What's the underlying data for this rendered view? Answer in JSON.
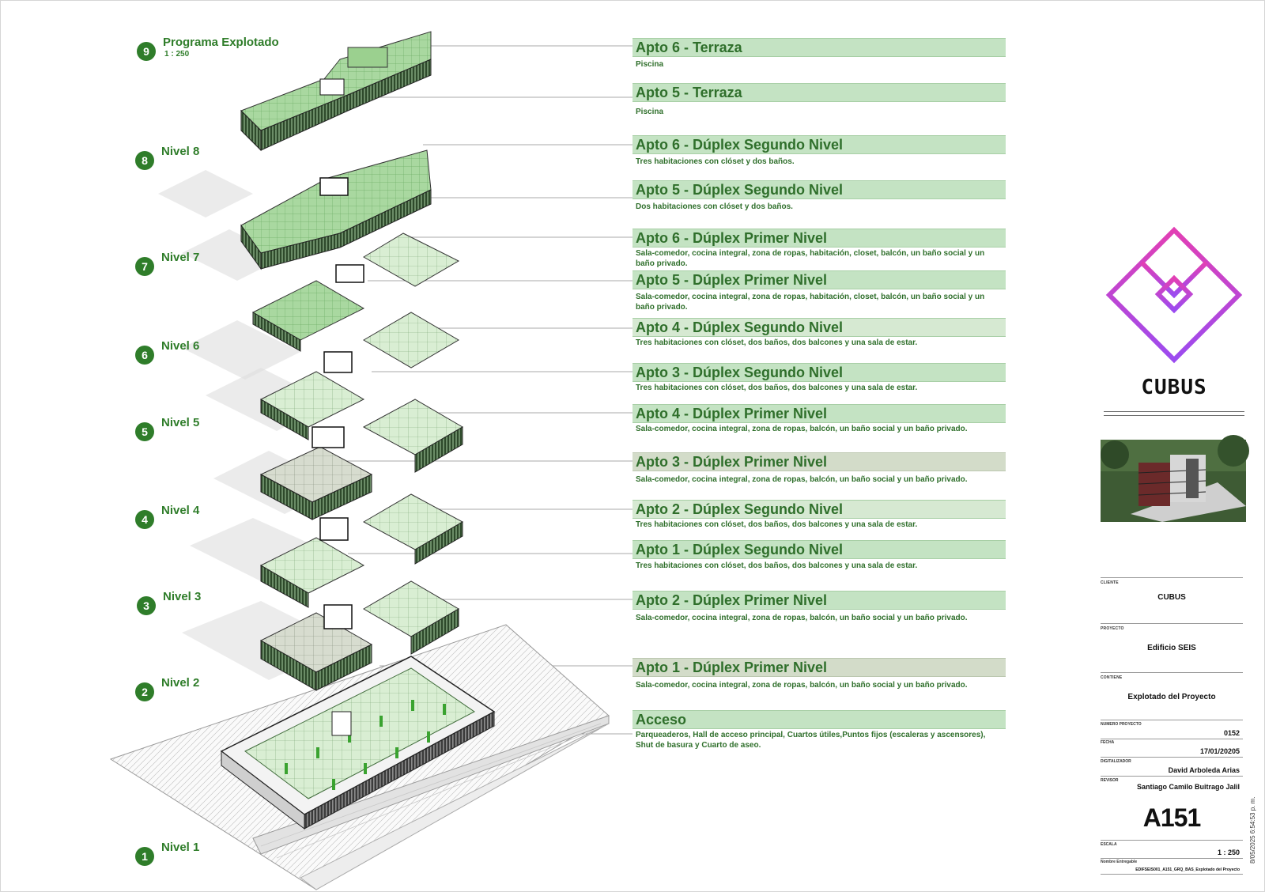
{
  "levels": [
    {
      "num": "9",
      "name": "Programa Explotado",
      "scale": "1 : 250"
    },
    {
      "num": "8",
      "name": "Nivel 8"
    },
    {
      "num": "7",
      "name": "Nivel 7"
    },
    {
      "num": "6",
      "name": "Nivel 6"
    },
    {
      "num": "5",
      "name": "Nivel 5"
    },
    {
      "num": "4",
      "name": "Nivel 4"
    },
    {
      "num": "3",
      "name": "Nivel 3"
    },
    {
      "num": "2",
      "name": "Nivel 2"
    },
    {
      "num": "1",
      "name": "Nivel 1"
    }
  ],
  "labels": [
    {
      "title": "Apto 6 - Terraza",
      "desc": "Piscina"
    },
    {
      "title": "Apto 5 - Terraza",
      "desc": "Piscina"
    },
    {
      "title": "Apto 6 - Dúplex Segundo Nivel",
      "desc": "Tres habitaciones con clóset y dos baños."
    },
    {
      "title": "Apto 5 - Dúplex Segundo Nivel",
      "desc": "Dos habitaciones con clóset y dos baños."
    },
    {
      "title": "Apto 6 - Dúplex Primer Nivel",
      "desc": "Sala-comedor, cocina integral, zona de ropas, habitación, closet, balcón, un baño social y un baño privado."
    },
    {
      "title": "Apto 5 - Dúplex Primer Nivel",
      "desc": "Sala-comedor, cocina integral, zona de ropas, habitación, closet, balcón, un baño social y un baño privado."
    },
    {
      "title": "Apto 4 - Dúplex Segundo Nivel",
      "desc": "Tres habitaciones con clóset, dos baños, dos balcones y una sala de estar."
    },
    {
      "title": "Apto 3 - Dúplex Segundo Nivel",
      "desc": "Tres habitaciones con clóset, dos baños, dos balcones y una sala de estar."
    },
    {
      "title": "Apto 4 - Dúplex Primer Nivel",
      "desc": "Sala-comedor, cocina integral, zona de ropas, balcón, un baño social y un baño privado."
    },
    {
      "title": "Apto 3 - Dúplex Primer Nivel",
      "desc": "Sala-comedor, cocina integral, zona de ropas, balcón, un baño social y un baño privado."
    },
    {
      "title": "Apto 2 - Dúplex Segundo Nivel",
      "desc": "Tres habitaciones con clóset, dos baños, dos balcones y una sala de estar."
    },
    {
      "title": "Apto 1 - Dúplex Segundo Nivel",
      "desc": "Tres habitaciones con clóset, dos baños, dos balcones y una sala de estar."
    },
    {
      "title": "Apto 2 - Dúplex Primer Nivel",
      "desc": "Sala-comedor, cocina integral, zona de ropas, balcón, un baño social y un baño privado."
    },
    {
      "title": "Apto 1 - Dúplex Primer Nivel",
      "desc": "Sala-comedor, cocina integral, zona de ropas, balcón, un baño social y un baño privado."
    },
    {
      "title": "Acceso",
      "desc": "Parqueaderos, Hall de acceso principal, Cuartos útiles,Puntos fijos (escaleras y ascensores), Shut de basura y Cuarto de aseo."
    }
  ],
  "title_block": {
    "logo_text": "CUBUS",
    "cliente_label": "CLIENTE",
    "cliente": "CUBUS",
    "proyecto_label": "PROYECTO",
    "proyecto": "Edificio SEIS",
    "contiene_label": "CONTIENE",
    "contiene": "Explotado del Proyecto",
    "numero_label": "NUMERO PROYECTO",
    "numero": "0152",
    "fecha_label": "FECHA",
    "fecha": "17/01/20205",
    "digitalizador_label": "DIGITALIZADOR",
    "digitalizador": "David Arboleda Arias",
    "revisor_label": "REVISOR",
    "revisor": "Santiago Camilo Buitrago Jalil",
    "sheet": "A151",
    "escala_label": "ESCALA",
    "escala": "1 : 250",
    "entregable_label": "Nombre Entregable",
    "entregable": "EDIFSEIS001_A151_GRQ_BAS_Explotado del Proyecto",
    "timestamp": "8/05/2025 6:54:53 p. m."
  },
  "colors": {
    "accent_green": "#2f7d2a",
    "label_fill": "#c4e3c3",
    "logo_pink": "#e23fb4",
    "logo_purple": "#9b4bf0"
  }
}
